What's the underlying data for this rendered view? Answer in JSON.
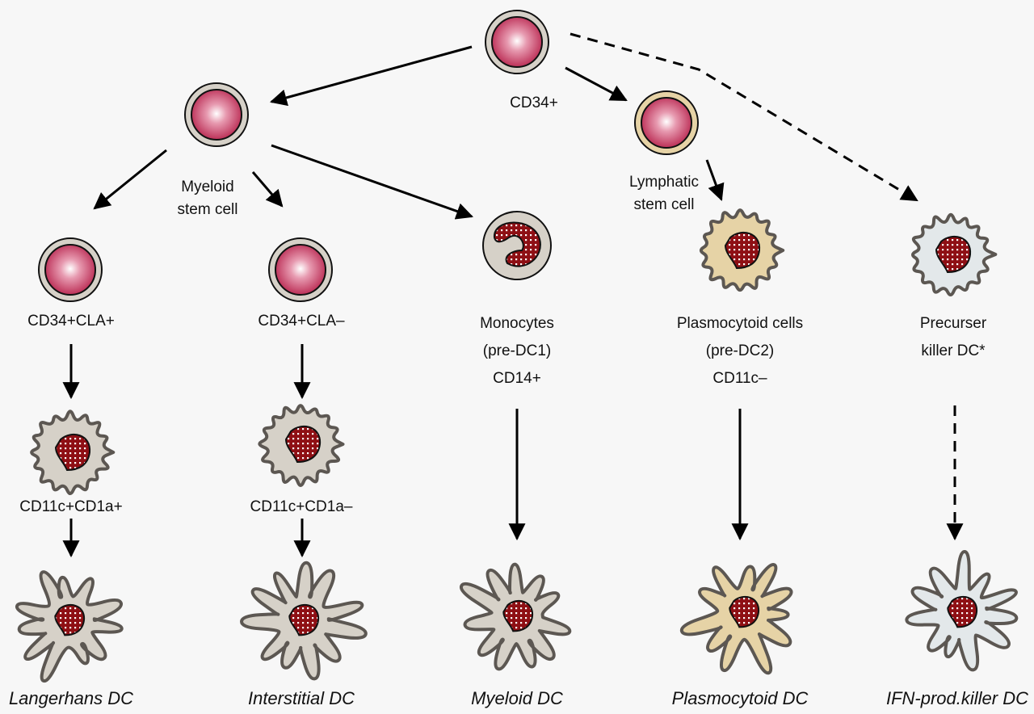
{
  "title": "Dendritic cell lineage differentiation",
  "colors": {
    "background": "#f7f7f7",
    "cytoplasm_grey": "#d6d1c8",
    "cytoplasm_tan": "#e6d3a6",
    "cytoplasm_blue": "#e3e8ea",
    "nucleus_red": "#8e0f14",
    "stem_nucleus": "#c23a5e",
    "outline": "#5c5752"
  },
  "nodes": {
    "cd34": {
      "label_lines": [
        "CD34+"
      ]
    },
    "myeloid_stem": {
      "label_lines": [
        "Myeloid",
        "stem cell"
      ]
    },
    "lymphatic_stem": {
      "label_lines": [
        "Lymphatic",
        "stem cell"
      ]
    },
    "cd34_cla_pos": {
      "label_lines": [
        "CD34+CLA+"
      ]
    },
    "cd34_cla_neg": {
      "label_lines": [
        "CD34+CLA–"
      ]
    },
    "monocytes": {
      "label_lines": [
        "Monocytes",
        "(pre-DC1)",
        "CD14+"
      ]
    },
    "plasmocytoid_cells": {
      "label_lines": [
        "Plasmocytoid cells",
        "(pre-DC2)",
        "CD11c–"
      ]
    },
    "precursor_killer": {
      "label_lines": [
        "Precurser",
        "killer DC*"
      ]
    },
    "cd11c_cd1a_pos": {
      "label_lines": [
        "CD11c+CD1a+"
      ]
    },
    "cd11c_cd1a_neg": {
      "label_lines": [
        "CD11c+CD1a–"
      ]
    },
    "langerhans_dc": {
      "label_lines": [
        "Langerhans DC"
      ]
    },
    "interstitial_dc": {
      "label_lines": [
        "Interstitial DC"
      ]
    },
    "myeloid_dc": {
      "label_lines": [
        "Myeloid DC"
      ]
    },
    "plasmocytoid_dc": {
      "label_lines": [
        "Plasmocytoid DC"
      ]
    },
    "ifn_killer_dc": {
      "label_lines": [
        "IFN-prod.killer DC"
      ]
    }
  },
  "edges": [
    {
      "from": "cd34",
      "to": "myeloid_stem",
      "style": "solid"
    },
    {
      "from": "cd34",
      "to": "lymphatic_stem",
      "style": "solid"
    },
    {
      "from": "cd34",
      "to": "precursor_killer",
      "style": "dashed"
    },
    {
      "from": "myeloid_stem",
      "to": "cd34_cla_pos",
      "style": "solid"
    },
    {
      "from": "myeloid_stem",
      "to": "cd34_cla_neg",
      "style": "solid"
    },
    {
      "from": "myeloid_stem",
      "to": "monocytes",
      "style": "solid"
    },
    {
      "from": "lymphatic_stem",
      "to": "plasmocytoid_cells",
      "style": "solid"
    },
    {
      "from": "cd34_cla_pos",
      "to": "cd11c_cd1a_pos",
      "style": "solid"
    },
    {
      "from": "cd34_cla_neg",
      "to": "cd11c_cd1a_neg",
      "style": "solid"
    },
    {
      "from": "cd11c_cd1a_pos",
      "to": "langerhans_dc",
      "style": "solid"
    },
    {
      "from": "cd11c_cd1a_neg",
      "to": "interstitial_dc",
      "style": "solid"
    },
    {
      "from": "monocytes",
      "to": "myeloid_dc",
      "style": "solid"
    },
    {
      "from": "plasmocytoid_cells",
      "to": "plasmocytoid_dc",
      "style": "solid"
    },
    {
      "from": "precursor_killer",
      "to": "ifn_killer_dc",
      "style": "dashed"
    }
  ]
}
